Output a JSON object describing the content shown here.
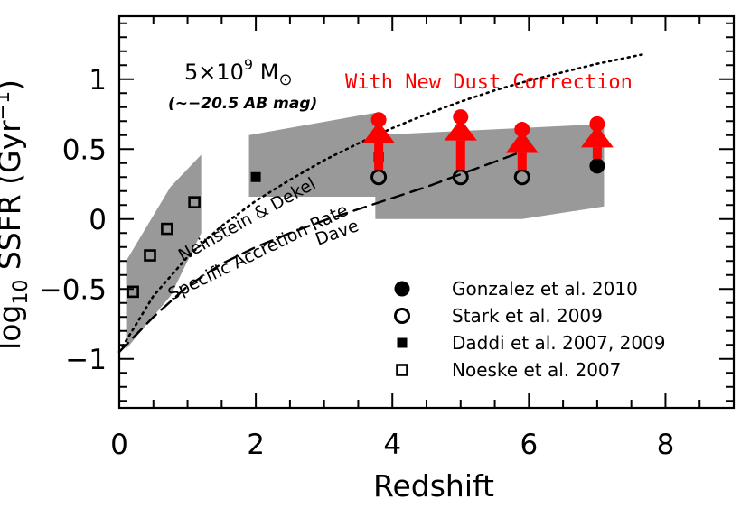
{
  "chart_data": {
    "type": "scatter",
    "xlabel": "Redshift",
    "ylabel": "log10 SSFR (Gyr⁻¹)",
    "ylabel_parts": {
      "pre": "log",
      "sub": "10",
      "mid": " SSFR (Gyr",
      "sup": "−1",
      "post": ")"
    },
    "xlim": [
      0,
      9
    ],
    "ylim": [
      -1.35,
      1.45
    ],
    "x_ticks": [
      0,
      2,
      4,
      6,
      8
    ],
    "x_tick_labels": [
      "0",
      "2",
      "4",
      "6",
      "8"
    ],
    "y_ticks": [
      -1,
      -0.5,
      0,
      0.5,
      1
    ],
    "y_tick_labels": [
      "−1",
      "−0.5",
      "0",
      "0.5",
      "1"
    ],
    "grid": false,
    "legend_position": "bottom-right",
    "series": [
      {
        "name": "Gonzalez et al. 2010",
        "marker": "filled-circle",
        "points": [
          [
            7.0,
            0.38
          ]
        ]
      },
      {
        "name": "Stark et al. 2009",
        "marker": "open-circle",
        "points": [
          [
            3.8,
            0.3
          ],
          [
            5.0,
            0.3
          ],
          [
            5.9,
            0.3
          ]
        ]
      },
      {
        "name": "Daddi et al. 2007, 2009",
        "marker": "filled-square",
        "points": [
          [
            2.0,
            0.3
          ],
          [
            3.8,
            0.44
          ]
        ]
      },
      {
        "name": "Noeske et al. 2007",
        "marker": "open-square",
        "points": [
          [
            0.2,
            -0.52
          ],
          [
            0.45,
            -0.26
          ],
          [
            0.7,
            -0.07
          ],
          [
            1.1,
            0.12
          ]
        ]
      }
    ],
    "dust_corrected": {
      "label": "With New Dust Correction",
      "color": "#ff0000",
      "arrows": [
        {
          "x": 3.8,
          "from": 0.3,
          "to": 0.71
        },
        {
          "x": 5.0,
          "from": 0.3,
          "to": 0.73
        },
        {
          "x": 5.9,
          "from": 0.3,
          "to": 0.64
        },
        {
          "x": 7.0,
          "from": 0.38,
          "to": 0.68
        }
      ]
    },
    "shaded_regions": [
      {
        "polygon": [
          [
            0.1,
            -0.3
          ],
          [
            0.75,
            0.23
          ],
          [
            1.2,
            0.46
          ],
          [
            1.2,
            -0.1
          ],
          [
            0.75,
            -0.55
          ],
          [
            0.1,
            -0.93
          ]
        ]
      },
      {
        "polygon": [
          [
            1.9,
            0.6
          ],
          [
            3.75,
            0.76
          ],
          [
            3.75,
            0.6
          ],
          [
            7.1,
            0.68
          ],
          [
            7.1,
            0.09
          ],
          [
            5.9,
            0.0
          ],
          [
            3.75,
            0.0
          ],
          [
            3.75,
            0.16
          ],
          [
            1.9,
            0.16
          ]
        ]
      }
    ],
    "curves": [
      {
        "label": "Neinstein & Dekel Specific Accretion Rate",
        "style": "dotted",
        "x": [
          0,
          0.5,
          1,
          1.5,
          2,
          2.5,
          3,
          3.5,
          4,
          4.5,
          5,
          5.5,
          6,
          6.5,
          7,
          7.5,
          7.7
        ],
        "y": [
          -0.95,
          -0.55,
          -0.27,
          -0.05,
          0.13,
          0.28,
          0.42,
          0.54,
          0.65,
          0.75,
          0.84,
          0.92,
          0.99,
          1.05,
          1.11,
          1.16,
          1.18
        ]
      },
      {
        "label": "Dave",
        "style": "dashed",
        "x": [
          0,
          0.5,
          1,
          1.5,
          2,
          2.5,
          3,
          3.5,
          4,
          4.5,
          5,
          5.5,
          6
        ],
        "y": [
          -0.95,
          -0.7,
          -0.48,
          -0.32,
          -0.2,
          -0.1,
          -0.01,
          0.07,
          0.15,
          0.23,
          0.32,
          0.41,
          0.5
        ]
      }
    ],
    "annotations": {
      "mass_pre": "5×10",
      "mass_exp": "9",
      "mass_post": " M",
      "mass_sub": "⊙",
      "mag_label": "(∼−20.5 AB mag)",
      "neinstein_label": "Neinstein & Dekel",
      "accretion_label": "Specific Accretion Rate",
      "dave_label": "Dave"
    }
  }
}
